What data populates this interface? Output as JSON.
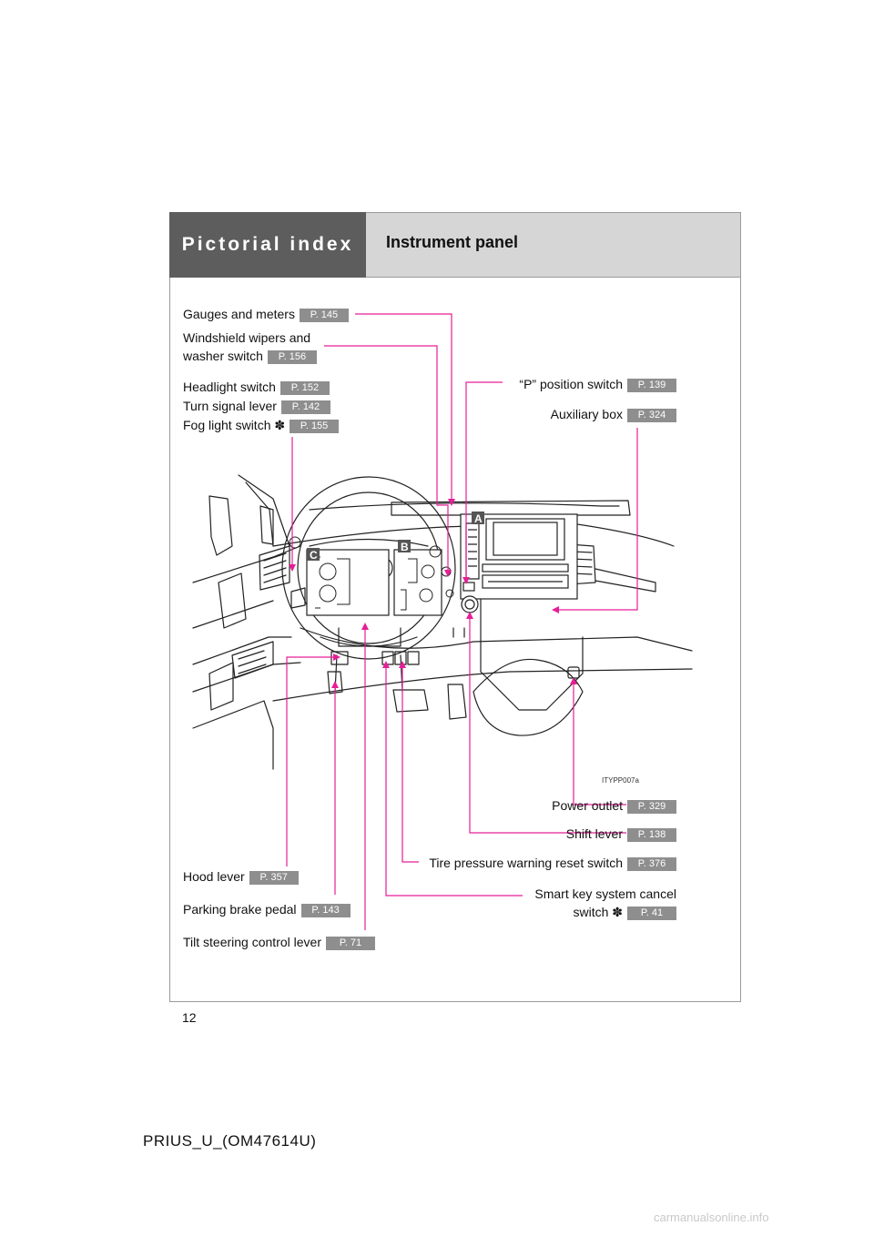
{
  "header": {
    "section": "Pictorial index",
    "title": "Instrument panel"
  },
  "callouts": {
    "gauges": {
      "label": "Gauges and meters",
      "ref": "P. 145"
    },
    "wipers": {
      "label1": "Windshield wipers and",
      "label2": "washer switch",
      "ref": "P. 156"
    },
    "headlight": {
      "label": "Headlight switch",
      "ref": "P. 152"
    },
    "turn_signal": {
      "label": "Turn signal lever",
      "ref": "P. 142"
    },
    "fog_light": {
      "label": "Fog light switch ✽",
      "ref": "P. 155"
    },
    "p_position": {
      "label": "“P” position switch",
      "ref": "P. 139"
    },
    "aux_box": {
      "label": "Auxiliary box",
      "ref": "P. 324"
    },
    "power_outlet": {
      "label": "Power outlet",
      "ref": "P. 329"
    },
    "shift_lever": {
      "label": "Shift lever",
      "ref": "P. 138"
    },
    "tire_pressure": {
      "label": "Tire pressure warning reset switch",
      "ref": "P. 376"
    },
    "smart_key": {
      "label1": "Smart key system cancel",
      "label2": "switch ✽",
      "ref": "P. 41"
    },
    "hood_lever": {
      "label": "Hood lever",
      "ref": "P. 357"
    },
    "parking_brake": {
      "label": "Parking brake pedal",
      "ref": "P. 143"
    },
    "tilt_steering": {
      "label": "Tilt steering control lever",
      "ref": "P. 71"
    }
  },
  "figure": {
    "code": "ITYPP007a",
    "markers": {
      "a": "A",
      "b": "B",
      "c": "C"
    },
    "callout_color": "#e61e96"
  },
  "page_number": "12",
  "footer": "PRIUS_U_(OM47614U)",
  "watermark": "carmanualsonline.info"
}
